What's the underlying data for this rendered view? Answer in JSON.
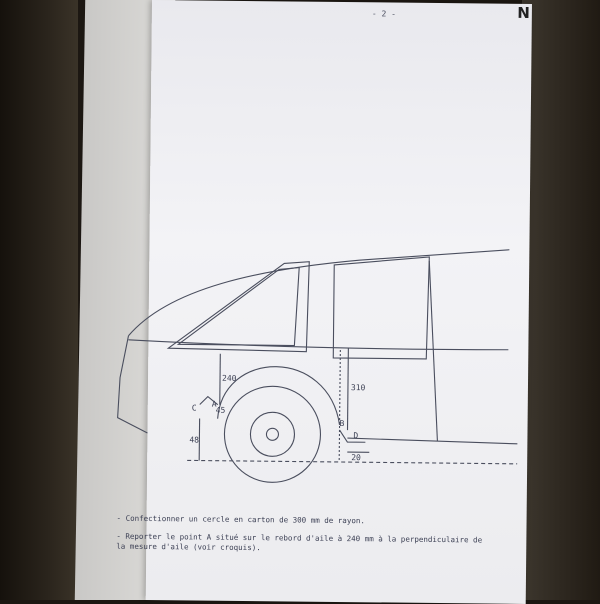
{
  "page": {
    "number": "- 2 -",
    "corner_mark": "N",
    "paragraphs": [
      "",
      "",
      "",
      "",
      "",
      "",
      "",
      "",
      "",
      "",
      "",
      "",
      ""
    ],
    "section_heading": "",
    "bottom_lines": [
      "- Confectionner un cercle en carton de 300 mm de rayon.",
      "- Reporter le point A situé sur le rebord d'aile à 240 mm à la perpendiculaire de",
      "  la mesure d'aile (voir croquis)."
    ]
  },
  "diagram": {
    "labels": {
      "dim_240": "240",
      "dim_310": "310",
      "dim_48": "48",
      "dim_20": "20",
      "dim_45": "45",
      "point_a": "A",
      "point_b": "B",
      "point_c": "C",
      "point_d": "D"
    }
  }
}
